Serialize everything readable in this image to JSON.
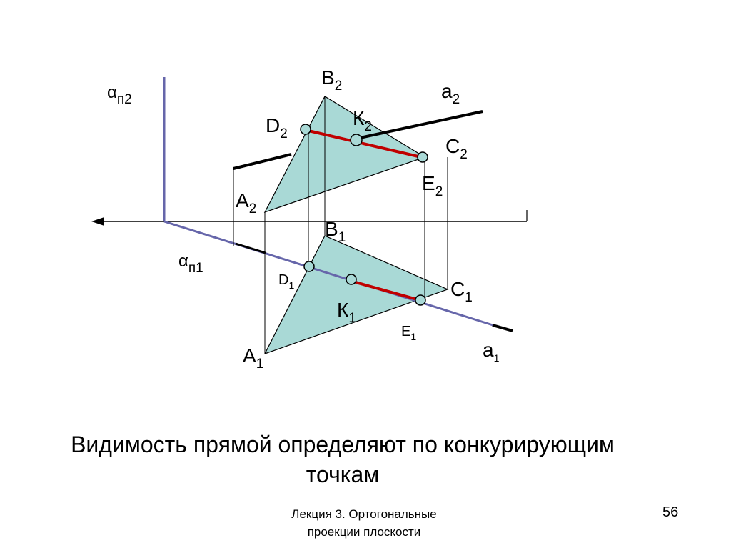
{
  "diagram": {
    "labels": {
      "alpha_p2": {
        "base": "α",
        "sub": "п2"
      },
      "alpha_p1": {
        "base": "α",
        "sub": "п1"
      },
      "b2": {
        "base": "B",
        "sub": "2"
      },
      "a2_line": {
        "base": "a",
        "sub": "2"
      },
      "d2": {
        "base": "D",
        "sub": "2"
      },
      "k2": {
        "base": "К",
        "sub": "2"
      },
      "c2": {
        "base": "C",
        "sub": "2"
      },
      "e2": {
        "base": "E",
        "sub": "2"
      },
      "a2_point": {
        "base": "A",
        "sub": "2"
      },
      "b1": {
        "base": "B",
        "sub": "1"
      },
      "d1": {
        "base": "D",
        "sub": "1"
      },
      "c1": {
        "base": "C",
        "sub": "1"
      },
      "k1": {
        "base": "К",
        "sub": "1"
      },
      "e1": {
        "base": "E",
        "sub": "1"
      },
      "a1_line": {
        "base": "a",
        "sub": "1"
      },
      "a1_point": {
        "base": "A",
        "sub": "1"
      }
    },
    "colors": {
      "triangle_fill": "#a9d9d6",
      "segment_red": "#c00000",
      "trace_blue": "#6666aa",
      "circle_fill": "#a9d9d6"
    }
  },
  "caption": {
    "line1": "Видимость прямой определяют по конкурирующим",
    "line2": "точкам"
  },
  "footer": {
    "line1": "Лекция 3. Ортогональные",
    "line2": "проекции плоскости",
    "page": "56"
  }
}
